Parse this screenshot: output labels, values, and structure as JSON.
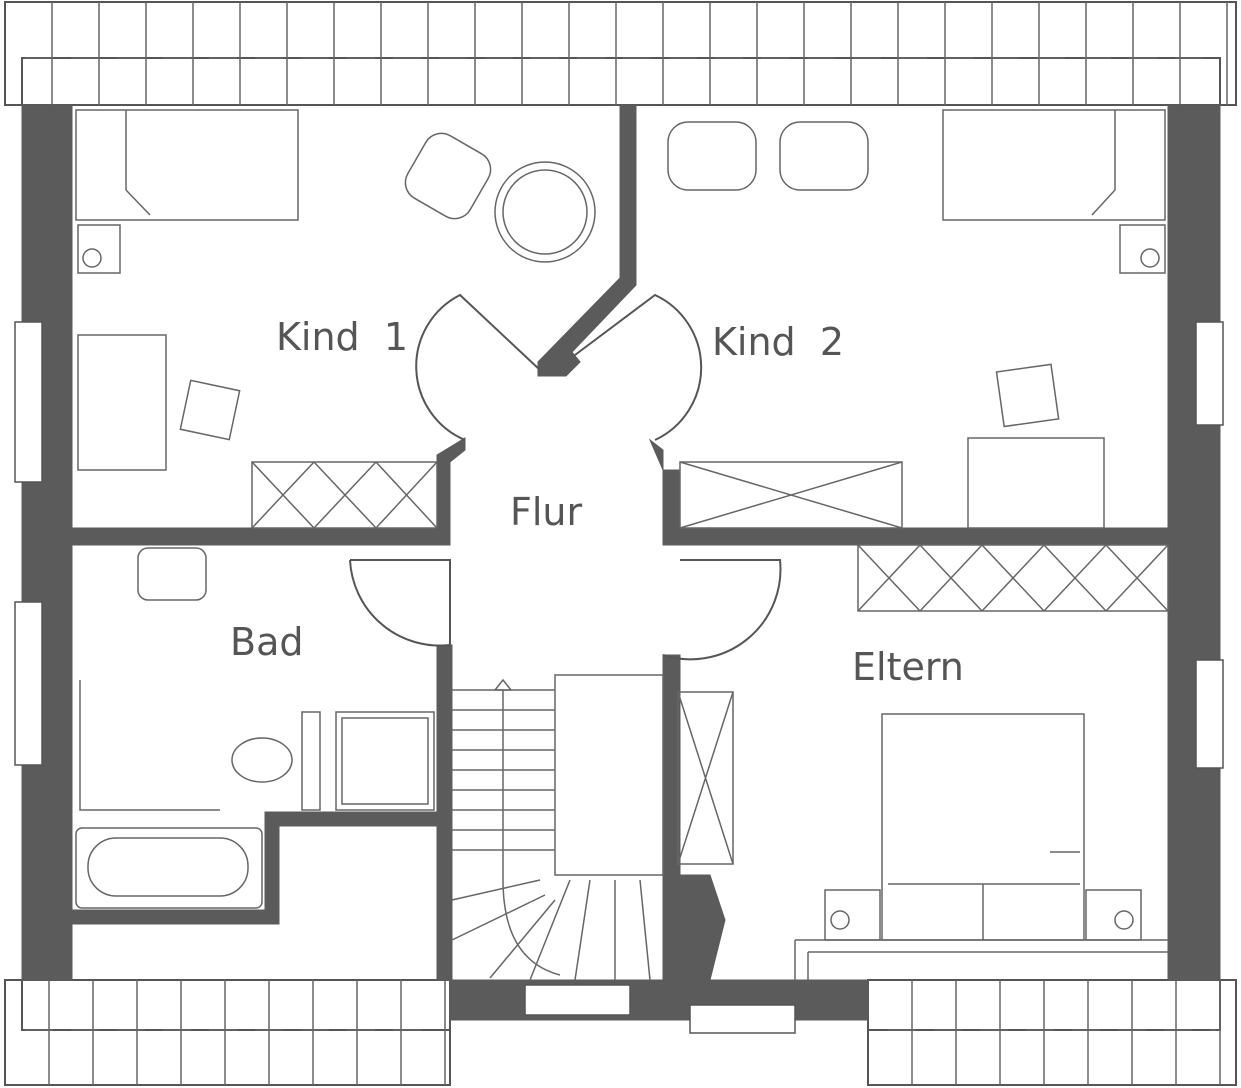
{
  "plan": {
    "rooms": [
      {
        "id": "kind1",
        "label": "Kind  1"
      },
      {
        "id": "kind2",
        "label": "Kind  2"
      },
      {
        "id": "flur",
        "label": "Flur"
      },
      {
        "id": "bad",
        "label": "Bad"
      },
      {
        "id": "eltern",
        "label": "Eltern"
      }
    ],
    "colors": {
      "wall": "#5b5b5b",
      "line": "#555555",
      "background": "#ffffff"
    }
  }
}
